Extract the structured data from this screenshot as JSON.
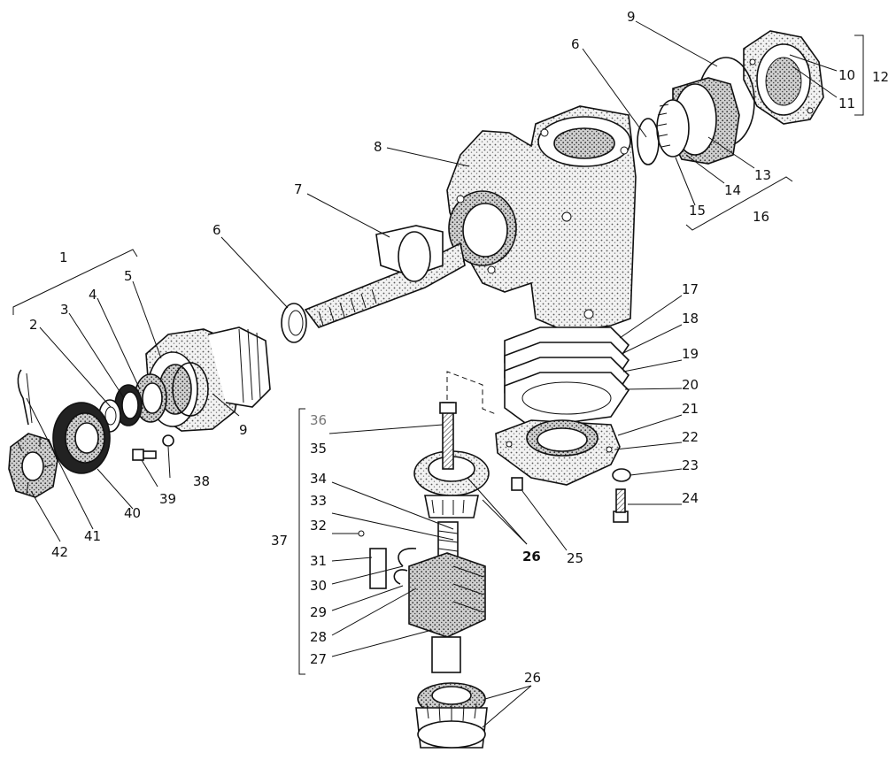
{
  "labels": {
    "l1": "1",
    "l2": "2",
    "l3": "3",
    "l4": "4",
    "l5": "5",
    "l6a": "6",
    "l6b": "6",
    "l7": "7",
    "l8": "8",
    "l9a": "9",
    "l9b": "9",
    "l10": "10",
    "l11": "11",
    "l12": "12",
    "l13": "13",
    "l14": "14",
    "l15": "15",
    "l16": "16",
    "l17": "17",
    "l18": "18",
    "l19": "19",
    "l20": "20",
    "l21": "21",
    "l22": "22",
    "l23": "23",
    "l24": "24",
    "l25": "25",
    "l26a": "26",
    "l26b": "26",
    "l27": "27",
    "l28": "28",
    "l29": "29",
    "l30": "30",
    "l31": "31",
    "l32": "32",
    "l33": "33",
    "l34": "34",
    "l35": "35",
    "l36": "36",
    "l37": "37",
    "l38": "38",
    "l39": "39",
    "l40": "40",
    "l41": "41",
    "l42": "42"
  }
}
